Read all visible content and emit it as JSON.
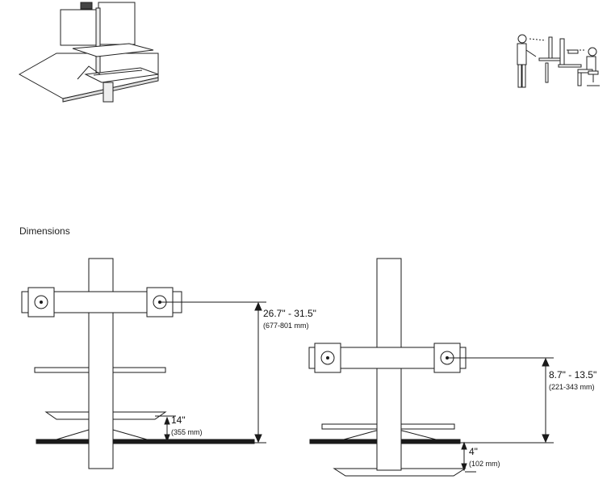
{
  "section_title": "Dimensions",
  "colors": {
    "line": "#1a1a1a",
    "fill": "#ffffff",
    "base": "#1a1a1a"
  },
  "dimensions": {
    "tall_monitor_height": {
      "inches": "26.7\" - 31.5\"",
      "mm": "(677-801 mm)"
    },
    "tall_keyboard_height": {
      "inches": "14\"",
      "mm": "(355 mm)"
    },
    "short_monitor_height": {
      "inches": "8.7\" - 13.5\"",
      "mm": "(221-343 mm)"
    },
    "short_keyboard_drop": {
      "inches": "4\"",
      "mm": "(102 mm)"
    }
  },
  "illustrations": [
    {
      "id": "workstation-product-illustration",
      "icon": "dual-monitor-sit-stand-workstation-icon"
    },
    {
      "id": "standing-sitting-users-illustration",
      "icon": "standing-and-sitting-users-icon"
    }
  ]
}
